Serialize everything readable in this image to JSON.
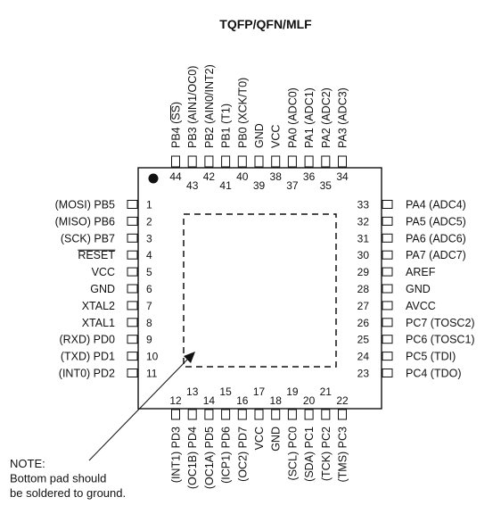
{
  "title": "TQFP/QFN/MLF",
  "note_lines": [
    "NOTE:",
    "Bottom pad should",
    "be soldered to ground."
  ],
  "pins": {
    "left": [
      {
        "num": "1",
        "label": "(MOSI) PB5"
      },
      {
        "num": "2",
        "label": "(MISO) PB6"
      },
      {
        "num": "3",
        "label": "(SCK) PB7"
      },
      {
        "num": "4",
        "label": "RESET",
        "overline": true
      },
      {
        "num": "5",
        "label": "VCC"
      },
      {
        "num": "6",
        "label": "GND"
      },
      {
        "num": "7",
        "label": "XTAL2"
      },
      {
        "num": "8",
        "label": "XTAL1"
      },
      {
        "num": "9",
        "label": "(RXD) PD0"
      },
      {
        "num": "10",
        "label": "(TXD) PD1"
      },
      {
        "num": "11",
        "label": "(INT0) PD2"
      }
    ],
    "bottom": [
      {
        "num": "12",
        "label": "PD3",
        "alt": "(INT1)"
      },
      {
        "num": "13",
        "label": "PD4",
        "alt": "(OC1B)"
      },
      {
        "num": "14",
        "label": "PD5",
        "alt": "(OC1A)"
      },
      {
        "num": "15",
        "label": "PD6",
        "alt": "(ICP1)"
      },
      {
        "num": "16",
        "label": "PD7",
        "alt": "(OC2)"
      },
      {
        "num": "17",
        "label": "VCC",
        "alt": ""
      },
      {
        "num": "18",
        "label": "GND",
        "alt": ""
      },
      {
        "num": "19",
        "label": "PC0",
        "alt": "(SCL)"
      },
      {
        "num": "20",
        "label": "PC1",
        "alt": "(SDA)"
      },
      {
        "num": "21",
        "label": "PC2",
        "alt": "(TCK)"
      },
      {
        "num": "22",
        "label": "PC3",
        "alt": "(TMS)"
      }
    ],
    "right": [
      {
        "num": "23",
        "label": "PC4 (TDO)"
      },
      {
        "num": "24",
        "label": "PC5 (TDI)"
      },
      {
        "num": "25",
        "label": "PC6 (TOSC1)"
      },
      {
        "num": "26",
        "label": "PC7 (TOSC2)"
      },
      {
        "num": "27",
        "label": "AVCC"
      },
      {
        "num": "28",
        "label": "GND"
      },
      {
        "num": "29",
        "label": "AREF"
      },
      {
        "num": "30",
        "label": "PA7 (ADC7)"
      },
      {
        "num": "31",
        "label": "PA6 (ADC6)"
      },
      {
        "num": "32",
        "label": "PA5 (ADC5)"
      },
      {
        "num": "33",
        "label": "PA4 (ADC4)"
      }
    ],
    "top": [
      {
        "num": "34",
        "label": "PA3 (ADC3)"
      },
      {
        "num": "35",
        "label": "PA2 (ADC2)"
      },
      {
        "num": "36",
        "label": "PA1 (ADC1)"
      },
      {
        "num": "37",
        "label": "PA0 (ADC0)"
      },
      {
        "num": "38",
        "label": "VCC"
      },
      {
        "num": "39",
        "label": "GND"
      },
      {
        "num": "40",
        "label": "PB0 (XCK/T0)"
      },
      {
        "num": "41",
        "label": "PB1 (T1)"
      },
      {
        "num": "42",
        "label": "PB2 (AIN0/INT2)"
      },
      {
        "num": "43",
        "label": "PB3 (AIN1/OC0)"
      },
      {
        "num": "44",
        "label": "PB4 (SS)",
        "overline_part": "SS"
      }
    ]
  }
}
